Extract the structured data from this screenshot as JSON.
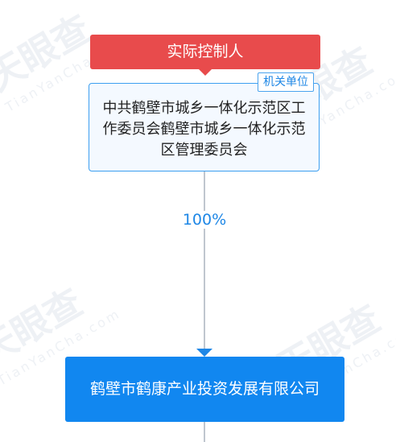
{
  "header": {
    "title": "实际控制人"
  },
  "owner": {
    "type_badge": "机关单位",
    "name": "中共鹤壁市城乡一体化示范区工作委员会鹤壁市城乡一体化示范区管理委员会"
  },
  "edge": {
    "percent": "100%"
  },
  "company": {
    "name": "鹤壁市鹤康产业投资发展有限公司"
  },
  "watermark": {
    "brand": "天眼查",
    "domain": "TianYanCha.com"
  },
  "colors": {
    "header_red": "#e84b4c",
    "primary_blue": "#1187f0",
    "owner_border": "#3c9ff0",
    "connector_gray": "#bfc6cf"
  }
}
